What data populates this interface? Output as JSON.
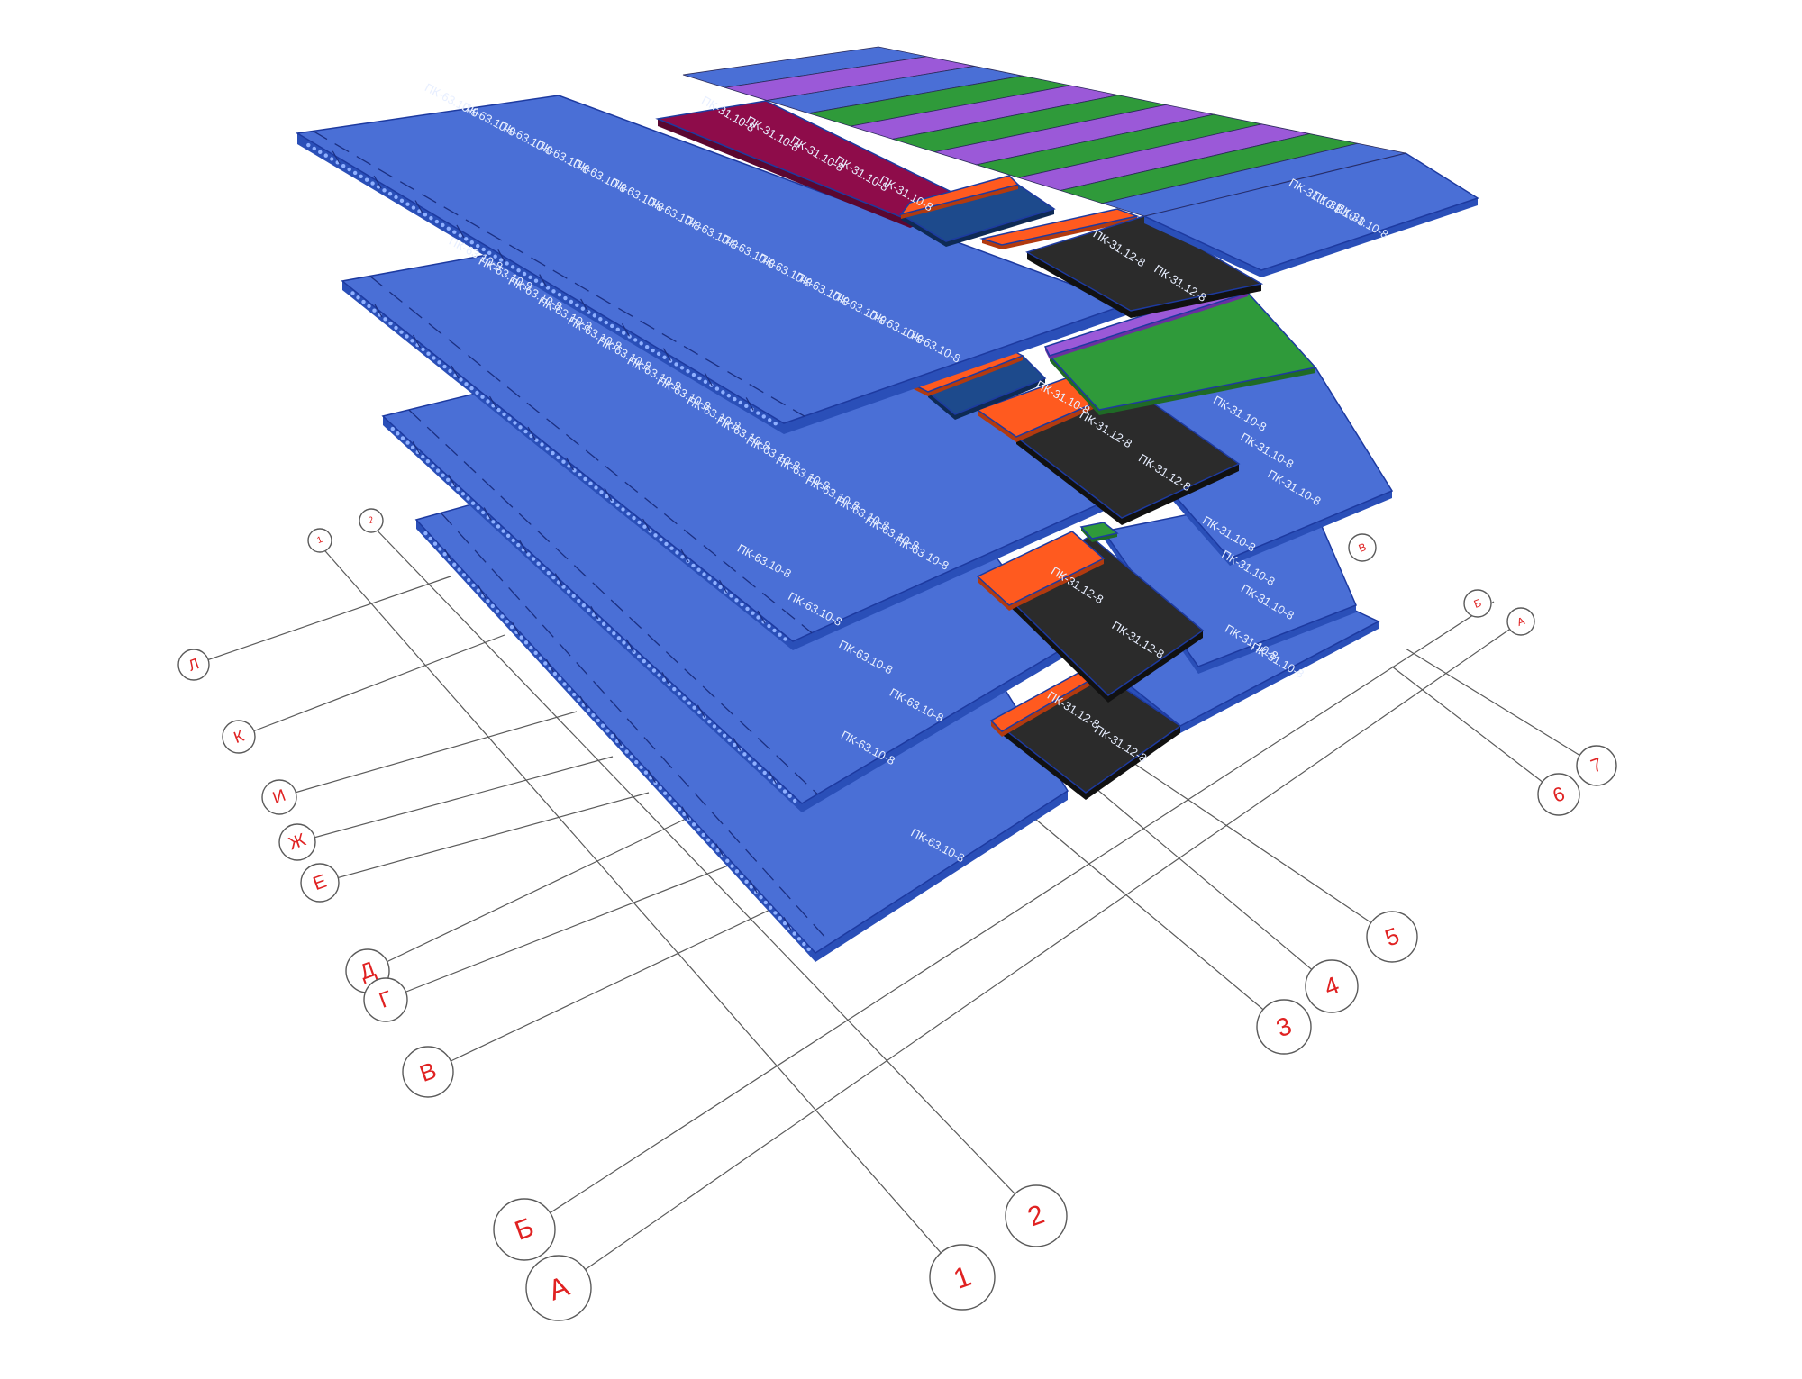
{
  "colors": {
    "slab_blue": "#4a6fd6",
    "slab_blue_side": "#2a4fb8",
    "slab_green": "#2f9a3a",
    "slab_purple": "#9b59d8",
    "slab_maroon": "#8e0c4a",
    "slab_orange": "#ff5a1f",
    "slab_navy": "#1d4a8c",
    "slab_black": "#2b2b2b",
    "axis_label": "#e02222",
    "grid_line": "#5a5a5a"
  },
  "slab_marks": {
    "long": "ПК-63.10-8",
    "short_black": "ПК-31.12-8",
    "orange": "ПК-31.10-8",
    "short": "ПК-31.10-8"
  },
  "axes": {
    "letters": [
      "Л",
      "К",
      "И",
      "Ж",
      "Е",
      "Д",
      "Г",
      "В",
      "Б",
      "А"
    ],
    "numbers": [
      "1",
      "2",
      "3",
      "4",
      "5",
      "6",
      "7"
    ],
    "far_end_letters": [
      "В",
      "Б",
      "А"
    ],
    "far_end_numbers": [
      "1",
      "2"
    ]
  }
}
